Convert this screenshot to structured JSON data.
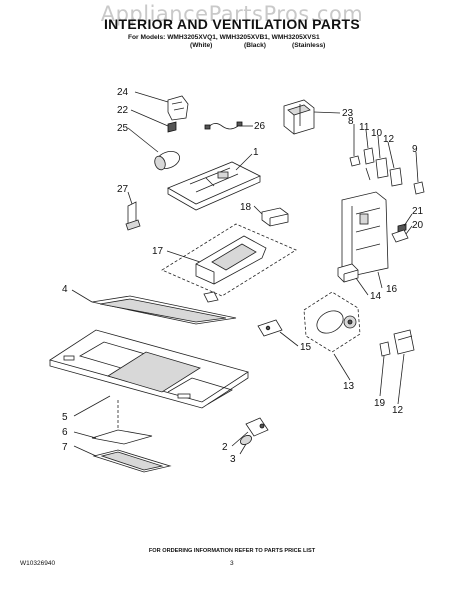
{
  "watermark": "AppliancePartsPros.com",
  "title": "INTERIOR AND VENTILATION PARTS",
  "models_line": "For Models: WMH3205XVQ1, WMH3205XVB1, WMH3205XVS1",
  "finishes": [
    "(White)",
    "(Black)",
    "(Stainless)"
  ],
  "footer_note": "FOR ORDERING INFORMATION REFER TO PARTS PRICE LIST",
  "doc_number": "W10326940",
  "page_number": "3",
  "callouts": [
    "1",
    "2",
    "3",
    "4",
    "5",
    "6",
    "7",
    "8",
    "9",
    "10",
    "11",
    "12",
    "12",
    "13",
    "14",
    "15",
    "16",
    "17",
    "18",
    "19",
    "20",
    "21",
    "22",
    "23",
    "24",
    "25",
    "26",
    "27"
  ]
}
